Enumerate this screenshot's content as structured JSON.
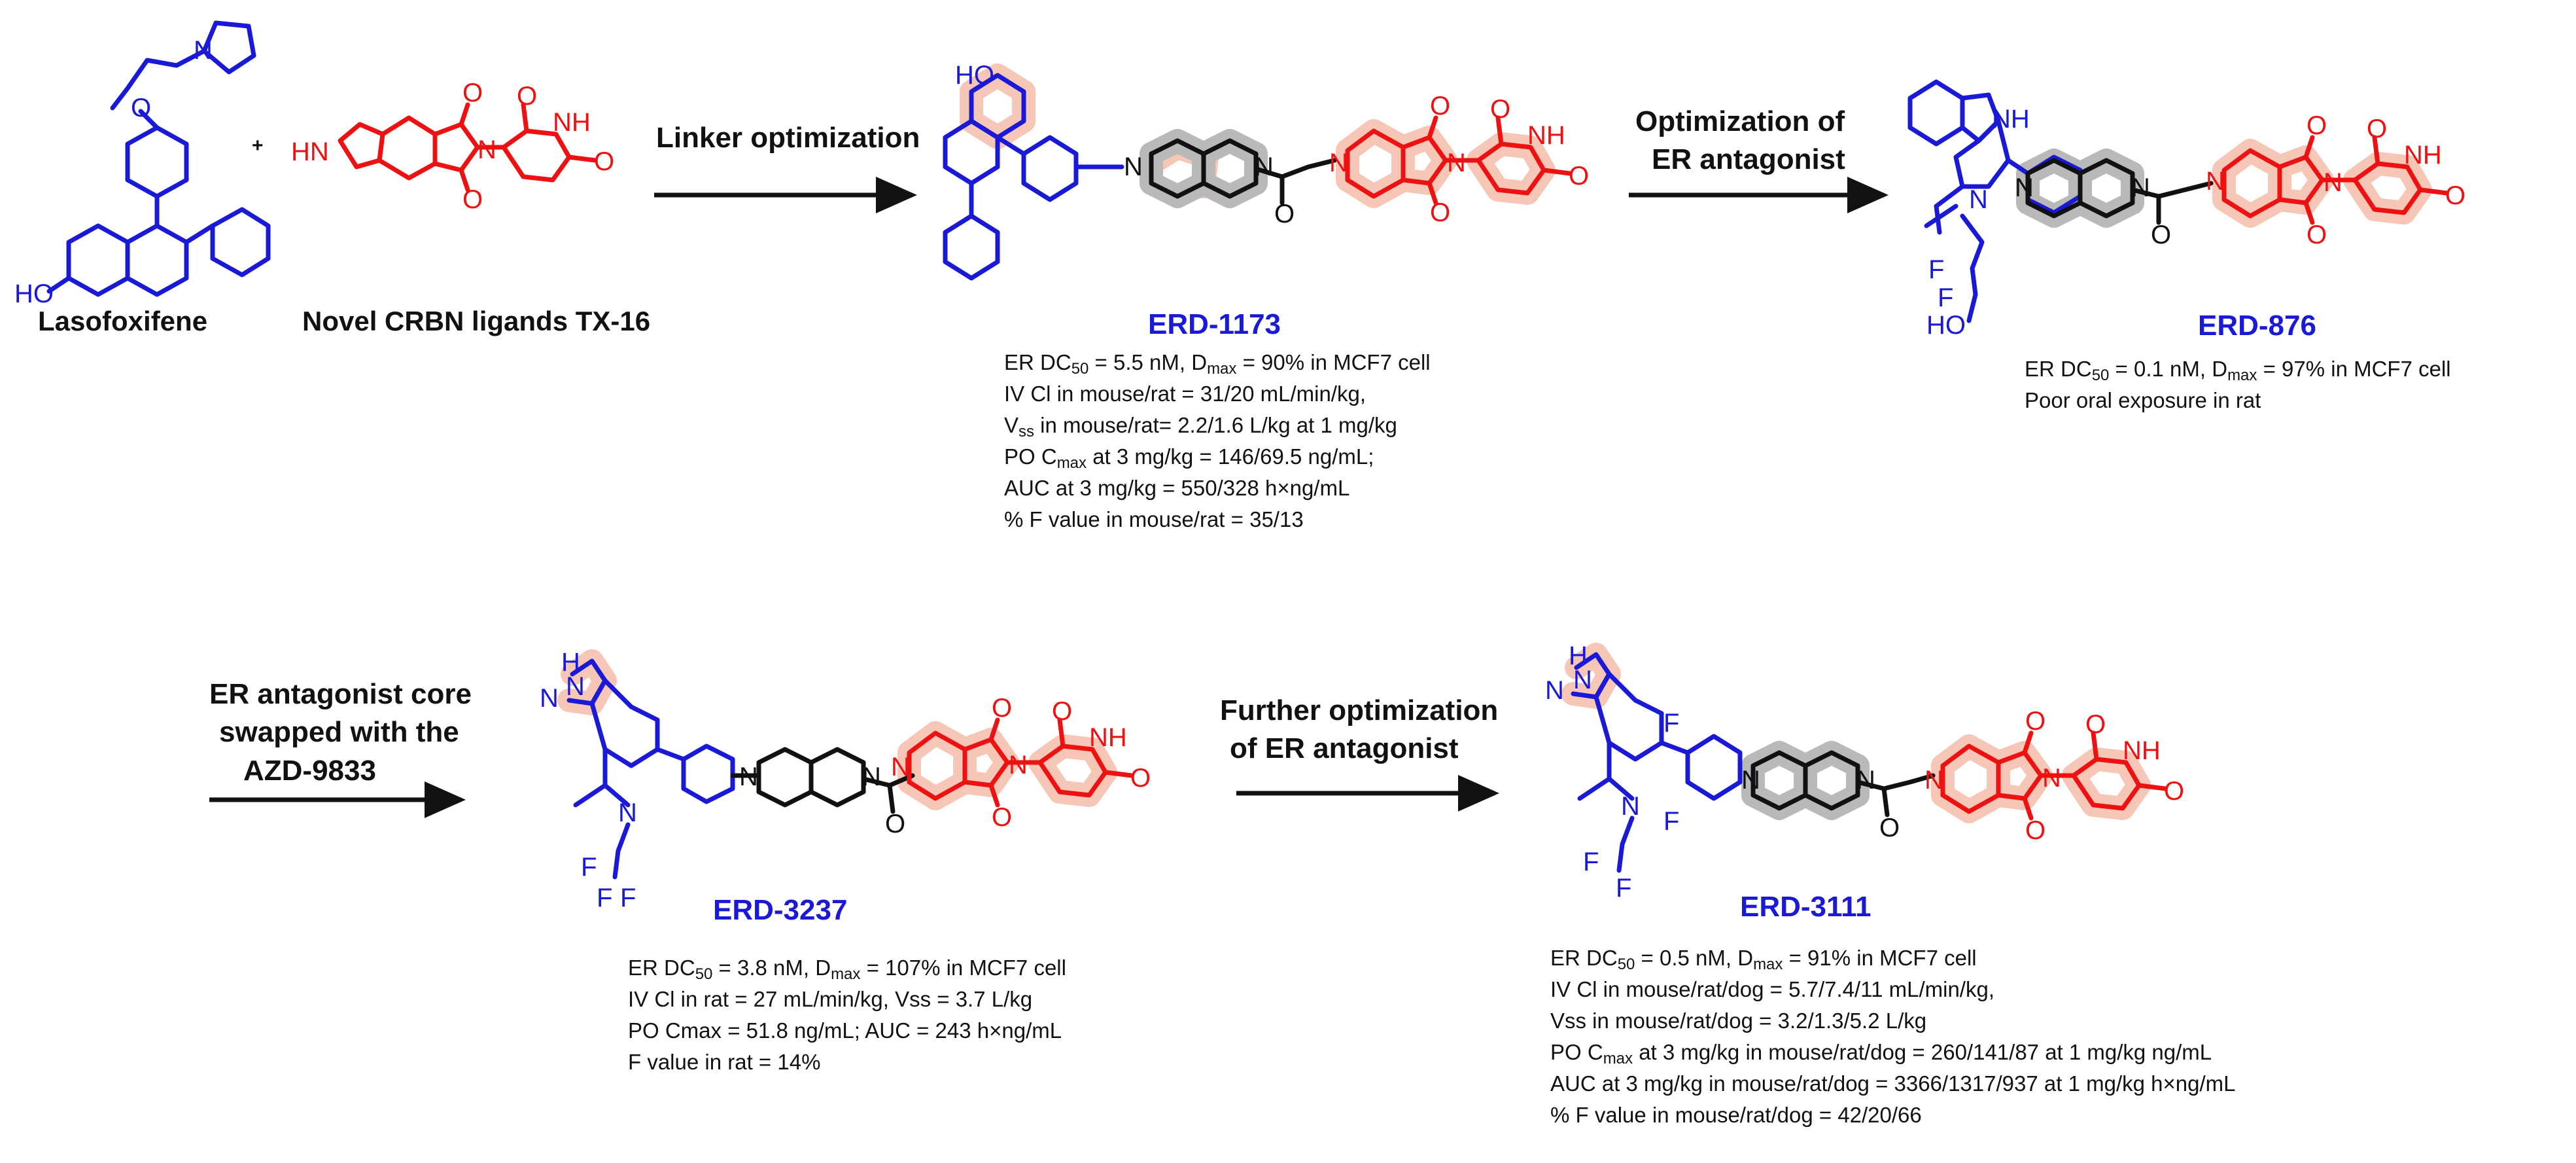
{
  "compounds": {
    "lasofoxifene": {
      "name": "Lasofoxifene"
    },
    "tx16": {
      "name": "Novel CRBN ligands TX-16"
    },
    "erd1173": {
      "name": "ERD-1173",
      "props": [
        [
          "ER DC",
          "50",
          " = 5.5 nM, D",
          "max",
          " = 90% in MCF7 cell"
        ],
        [
          "IV Cl in mouse/rat = 31/20 mL/min/kg,"
        ],
        [
          "V",
          "ss",
          " in mouse/rat= 2.2/1.6 L/kg at 1 mg/kg"
        ],
        [
          "PO C",
          "max",
          " at 3 mg/kg = 146/69.5 ng/mL;"
        ],
        [
          "AUC at 3 mg/kg = 550/328 h×ng/mL"
        ],
        [
          "% F value in mouse/rat = 35/13"
        ]
      ]
    },
    "erd876": {
      "name": "ERD-876",
      "props": [
        [
          "ER DC",
          "50",
          " = 0.1 nM, D",
          "max",
          " = 97%  in MCF7 cell"
        ],
        [
          "Poor oral exposure in rat"
        ]
      ]
    },
    "erd3237": {
      "name": "ERD-3237",
      "props": [
        [
          "ER DC",
          "50",
          " = 3.8 nM, D",
          "max",
          " = 107% in MCF7 cell"
        ],
        [
          "IV Cl in rat = 27 mL/min/kg, Vss = 3.7 L/kg"
        ],
        [
          "PO Cmax = 51.8 ng/mL; AUC = 243 h×ng/mL"
        ],
        [
          "F value in rat = 14%"
        ]
      ]
    },
    "erd3111": {
      "name": "ERD-3111",
      "props": [
        [
          "ER DC",
          "50",
          " = 0.5 nM, D",
          "max",
          " = 91% in MCF7 cell"
        ],
        [
          "IV Cl in mouse/rat/dog = 5.7/7.4/11 mL/min/kg,"
        ],
        [
          "Vss in mouse/rat/dog = 3.2/1.3/5.2 L/kg"
        ],
        [
          "PO C",
          "max",
          " at 3 mg/kg in mouse/rat/dog = 260/141/87 at 1 mg/kg ng/mL"
        ],
        [
          "AUC at 3 mg/kg in mouse/rat/dog = 3366/1317/937 at 1 mg/kg h×ng/mL"
        ],
        [
          "% F value in mouse/rat/dog = 42/20/66"
        ]
      ]
    }
  },
  "steps": {
    "plus": "+",
    "step1": [
      "Linker optimization"
    ],
    "step2": [
      "Optimization of",
      "ER antagonist"
    ],
    "step3": [
      "ER antagonist core",
      "swapped with the",
      "AZD-9833"
    ],
    "step4": [
      "Further optimization",
      "of ER antagonist"
    ]
  },
  "atom_labels": {
    "N": "N",
    "HN": "HN",
    "NH": "NH",
    "O": "O",
    "HO": "HO",
    "F": "F",
    "H": "H"
  },
  "colors": {
    "er_ligand": "#1a1ad6",
    "crbn_ligand": "#ee1111",
    "linker": "#111111",
    "crbn_halo": "#f6c6b6",
    "linker_halo": "#b9b9b9"
  }
}
